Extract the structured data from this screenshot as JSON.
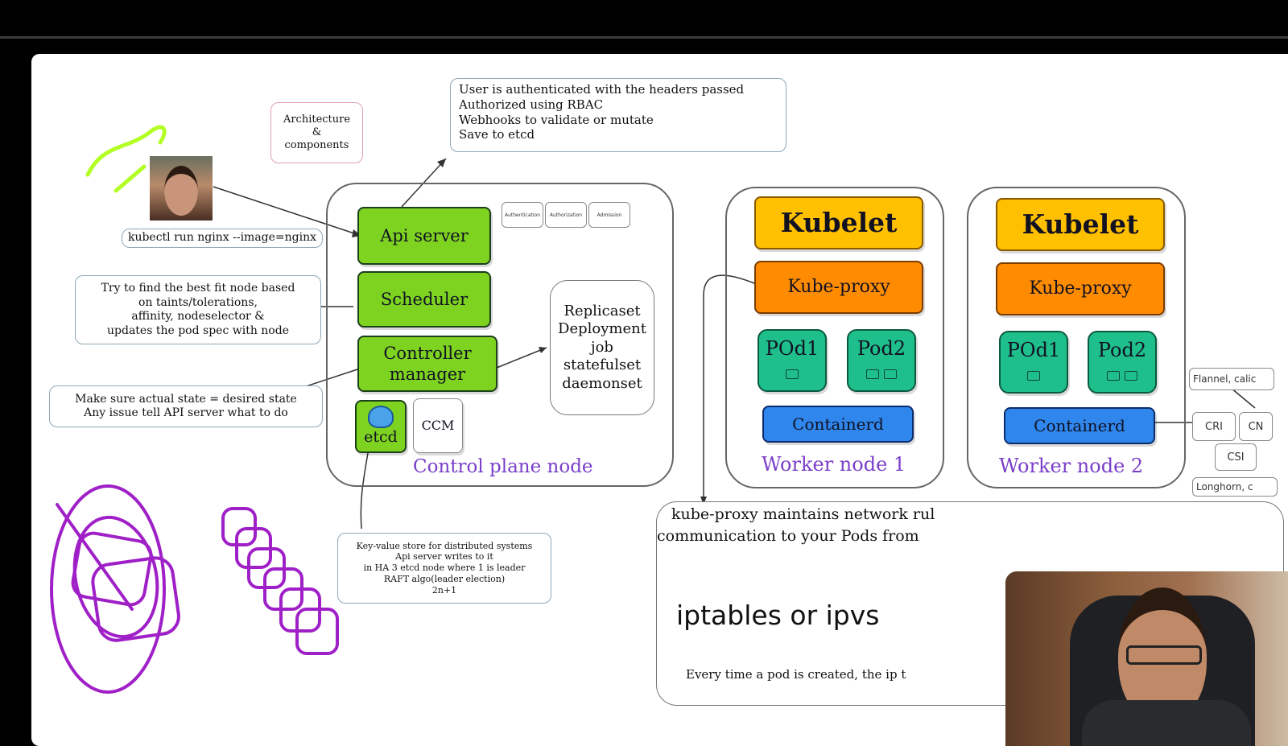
{
  "architecture_note": [
    "Architecture",
    "&",
    "components"
  ],
  "request_steps": [
    "User is authenticated with the headers passed",
    "Authorized using RBAC",
    "Webhooks to validate or mutate",
    "Save to etcd"
  ],
  "kubectl_command": "kubectl run nginx --image=nginx",
  "scheduler_note": [
    "Try to find the best fit node based",
    "on taints/tolerations,",
    "affinity, nodeselector &",
    "updates the pod spec with node"
  ],
  "controller_note": [
    "Make sure actual state = desired state",
    "Any issue tell API server what to do"
  ],
  "etcd_note": [
    "Key-value store for distributed systems",
    "Api server writes to it",
    "in HA 3 etcd node where 1 is leader",
    "RAFT algo(leader election)",
    "2n+1"
  ],
  "control_plane": {
    "api_server": "Api server",
    "scheduler": "Scheduler",
    "controller_manager": [
      "Controller",
      "manager"
    ],
    "etcd": "etcd",
    "ccm": "CCM",
    "label": "Control plane node",
    "api_stages": [
      "Authentication",
      "Authorization",
      "Admission"
    ]
  },
  "workloads": [
    "Replicaset",
    "Deployment",
    "job",
    "statefulset",
    "daemonset"
  ],
  "worker1": {
    "kubelet": "Kubelet",
    "kube_proxy": "Kube-proxy",
    "pod1": "POd1",
    "pod2": "Pod2",
    "runtime": "Containerd",
    "label": "Worker node 1"
  },
  "worker2": {
    "kubelet": "Kubelet",
    "kube_proxy": "Kube-proxy",
    "pod1": "POd1",
    "pod2": "Pod2",
    "runtime": "Containerd",
    "label": "Worker node 2"
  },
  "plugins": {
    "flannel": "Flannel, calic",
    "cri": "CRI",
    "cni": "CN",
    "csi": "CSI",
    "longhorn": "Longhorn, c"
  },
  "kube_proxy_note": [
    "kube-proxy maintains network rul",
    "communication to your Pods from"
  ],
  "iptables": "iptables or ipvs",
  "pod_ip_note": "Every time a pod is created, the ip t",
  "colors": {
    "green": "#7ed321",
    "kubelet": "#ffc000",
    "proxy": "#ff8c00",
    "pod": "#1fbf8c",
    "containerd": "#2f86ec",
    "annotation": "#a020c8"
  }
}
